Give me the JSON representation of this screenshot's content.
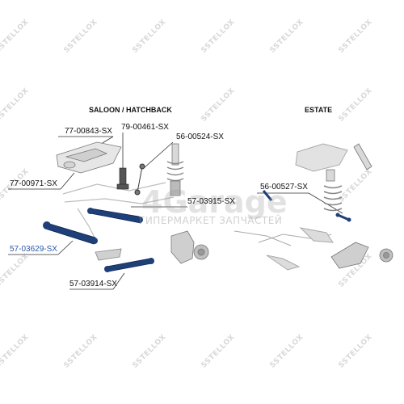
{
  "sections": {
    "saloon": "SALOON / HATCHBACK",
    "estate": "ESTATE"
  },
  "parts": {
    "p1": "77-00843-SX",
    "p2": "79-00461-SX",
    "p3": "56-00524-SX",
    "p4": "77-00971-SX",
    "p5": "57-03915-SX",
    "p6": "56-00527-SX",
    "p7": "57-03629-SX",
    "p8": "57-03914-SX"
  },
  "watermark": {
    "logo": "STELLOX",
    "brand": "4Garage",
    "subtitle": "ГИПЕРМАРКЕТ ЗАПЧАСТЕЙ"
  },
  "colors": {
    "highlight_label": "#2b5aa8",
    "highlight_part": "#1f3f78",
    "line": "#333333",
    "part_gray": "#9a9a9a"
  }
}
